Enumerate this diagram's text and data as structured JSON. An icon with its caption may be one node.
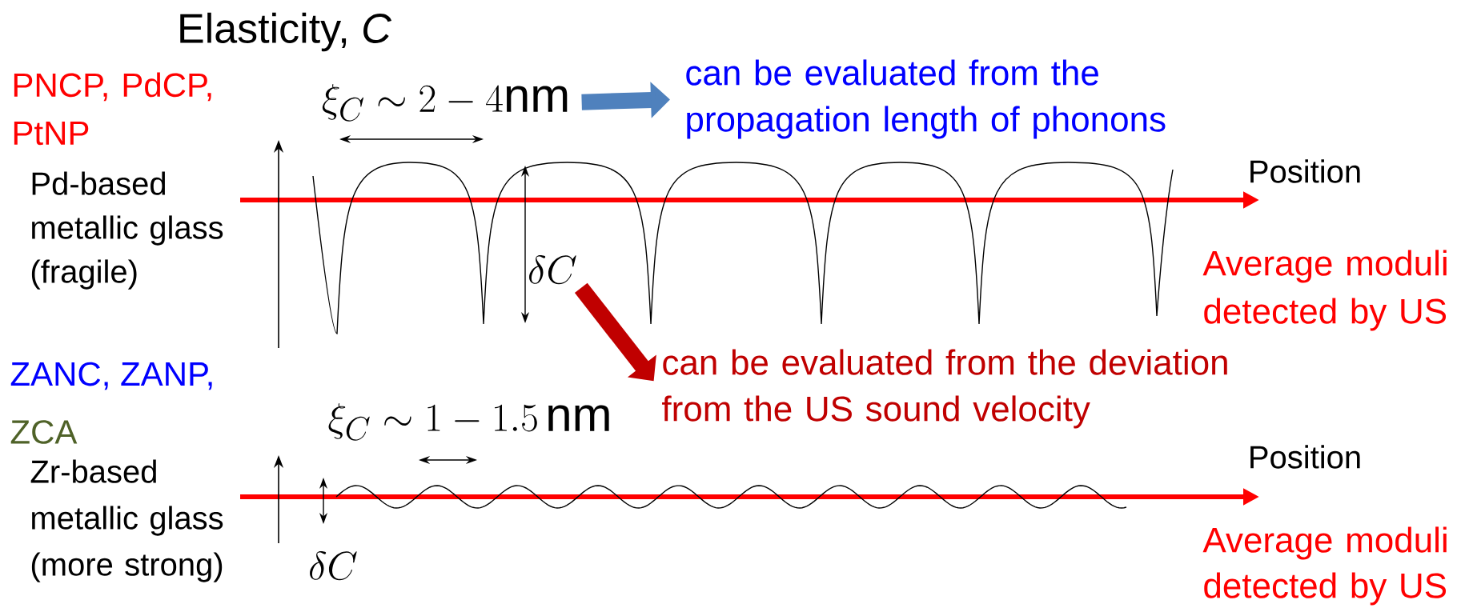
{
  "diagram": {
    "title": "Elasticity, *C*",
    "nodes": [
      {
        "text": [
          "\\xi_{C} \\sim 2-4\\mathrm{nm}"
        ]
      },
      {
        "text": [
          "can be evaluated from the propagation length of phonons"
        ]
      },
      {
        "text": [
          "\\delta C"
        ]
      },
      {
        "text": [
          "can be evaluated from the deviation from the US sound velocity"
        ]
      }
    ],
    "edges": [
      {
        "from": 0,
        "to": 1,
        "arrow": "to",
        "color": "#4f81bd"
      },
      {
        "from": 2,
        "to": 3,
        "arrow": "to",
        "color": "#c00000"
      }
    ],
    "labels": [
      "PNCP, PdCP, PtNP",
      "Pd-based metallic glass (fragile)",
      "Position",
      "Average moduli detected by US",
      "ZANC, ZANP,",
      "ZCA",
      "\\xi_{C} \\sim 1-1.5\\,\\mathrm{nm}",
      "Zr-based metallic glass (more strong)",
      "Position",
      "Average moduli detected by US",
      "\\delta C"
    ]
  }
}
